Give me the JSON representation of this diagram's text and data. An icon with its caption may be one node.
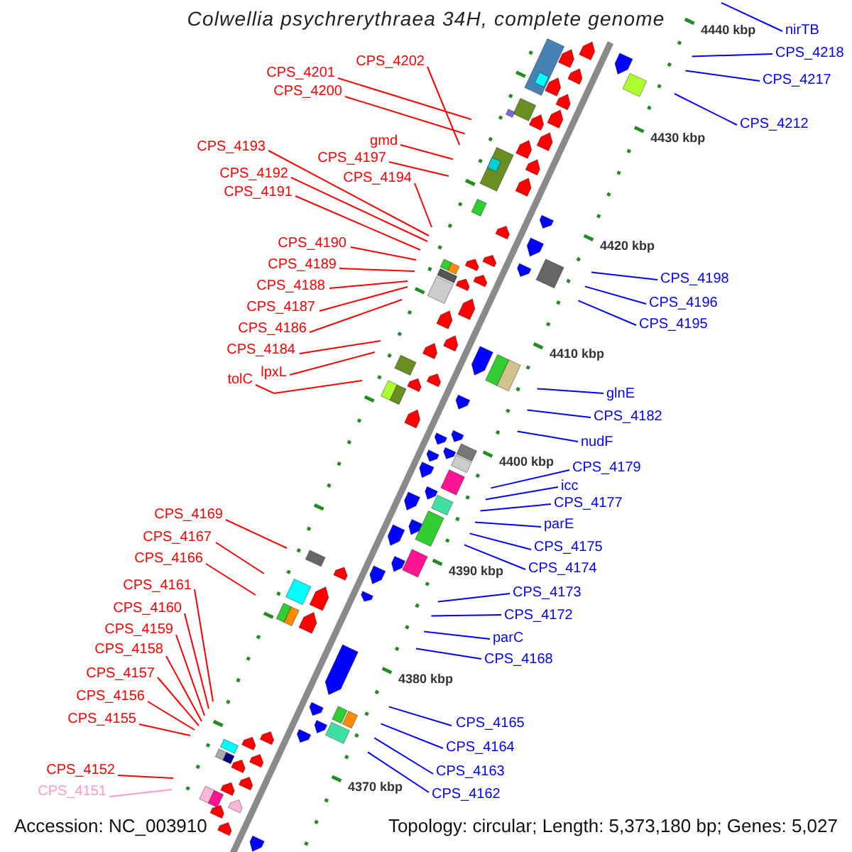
{
  "diagram": {
    "title": "Colwellia psychrerythraea 34H, complete genome",
    "nodes": [
      {
        "text": [
          "CPS_4201"
        ]
      },
      {
        "text": [
          "CPS_4200"
        ]
      },
      {
        "text": [
          "CPS_4202"
        ]
      },
      {
        "text": [
          "gmd"
        ]
      },
      {
        "text": [
          "CPS_4193"
        ]
      },
      {
        "text": [
          "CPS_4197"
        ]
      },
      {
        "text": [
          "CPS_4192"
        ]
      },
      {
        "text": [
          "CPS_4194"
        ]
      },
      {
        "text": [
          "CPS_4191"
        ]
      },
      {
        "text": [
          "CPS_4190"
        ]
      },
      {
        "text": [
          "CPS_4189"
        ]
      },
      {
        "text": [
          "CPS_4188"
        ]
      },
      {
        "text": [
          "CPS_4187"
        ]
      },
      {
        "text": [
          "CPS_4186"
        ]
      },
      {
        "text": [
          "CPS_4184"
        ]
      },
      {
        "text": [
          "lpxL"
        ]
      },
      {
        "text": [
          "tolC"
        ]
      },
      {
        "text": [
          "CPS_4169"
        ]
      },
      {
        "text": [
          "CPS_4167"
        ]
      },
      {
        "text": [
          "CPS_4166"
        ]
      },
      {
        "text": [
          "CPS_4161"
        ]
      },
      {
        "text": [
          "CPS_4160"
        ]
      },
      {
        "text": [
          "CPS_4159"
        ]
      },
      {
        "text": [
          "CPS_4158"
        ]
      },
      {
        "text": [
          "CPS_4157"
        ]
      },
      {
        "text": [
          "CPS_4156"
        ]
      },
      {
        "text": [
          "CPS_4155"
        ]
      },
      {
        "text": [
          "CPS_4152"
        ]
      },
      {
        "text": [
          "CPS_4151"
        ]
      },
      {
        "text": [
          "nirTB"
        ]
      },
      {
        "text": [
          "CPS_4218"
        ]
      },
      {
        "text": [
          "CPS_4217"
        ]
      },
      {
        "text": [
          "CPS_4212"
        ]
      },
      {
        "text": [
          "CPS_4198"
        ]
      },
      {
        "text": [
          "CPS_4196"
        ]
      },
      {
        "text": [
          "CPS_4195"
        ]
      },
      {
        "text": [
          "glnE"
        ]
      },
      {
        "text": [
          "CPS_4182"
        ]
      },
      {
        "text": [
          "nudF"
        ]
      },
      {
        "text": [
          "CPS_4179"
        ]
      },
      {
        "text": [
          "icc"
        ]
      },
      {
        "text": [
          "CPS_4177"
        ]
      },
      {
        "text": [
          "parE"
        ]
      },
      {
        "text": [
          "CPS_4175"
        ]
      },
      {
        "text": [
          "CPS_4174"
        ]
      },
      {
        "text": [
          "CPS_4173"
        ]
      },
      {
        "text": [
          "CPS_4172"
        ]
      },
      {
        "text": [
          "parC"
        ]
      },
      {
        "text": [
          "CPS_4168"
        ]
      },
      {
        "text": [
          "CPS_4165"
        ]
      },
      {
        "text": [
          "CPS_4164"
        ]
      },
      {
        "text": [
          "CPS_4163"
        ]
      },
      {
        "text": [
          "CPS_4162"
        ]
      }
    ],
    "edges": [
      {
        "from": 0,
        "to": null,
        "arrow": "none"
      },
      {
        "from": 1,
        "to": null,
        "arrow": "none"
      },
      {
        "from": 2,
        "to": null,
        "arrow": "none"
      },
      {
        "from": 3,
        "to": null,
        "arrow": "none"
      },
      {
        "from": 4,
        "to": null,
        "arrow": "none"
      },
      {
        "from": 5,
        "to": null,
        "arrow": "none"
      },
      {
        "from": 6,
        "to": null,
        "arrow": "none"
      },
      {
        "from": 7,
        "to": null,
        "arrow": "none"
      },
      {
        "from": 8,
        "to": null,
        "arrow": "none"
      },
      {
        "from": 9,
        "to": null,
        "arrow": "none"
      },
      {
        "from": 10,
        "to": null,
        "arrow": "none"
      },
      {
        "from": 11,
        "to": null,
        "arrow": "none"
      },
      {
        "from": 12,
        "to": null,
        "arrow": "none"
      },
      {
        "from": 13,
        "to": null,
        "arrow": "none"
      },
      {
        "from": 14,
        "to": null,
        "arrow": "none"
      },
      {
        "from": 15,
        "to": null,
        "arrow": "none"
      },
      {
        "from": 16,
        "to": null,
        "arrow": "none"
      },
      {
        "from": 17,
        "to": null,
        "arrow": "none"
      },
      {
        "from": 18,
        "to": null,
        "arrow": "none"
      },
      {
        "from": 19,
        "to": null,
        "arrow": "none"
      },
      {
        "from": 20,
        "to": null,
        "arrow": "none"
      },
      {
        "from": 21,
        "to": null,
        "arrow": "none"
      },
      {
        "from": 22,
        "to": null,
        "arrow": "none"
      },
      {
        "from": 23,
        "to": null,
        "arrow": "none"
      },
      {
        "from": 24,
        "to": null,
        "arrow": "none"
      },
      {
        "from": 25,
        "to": null,
        "arrow": "none"
      },
      {
        "from": 26,
        "to": null,
        "arrow": "none"
      },
      {
        "from": 27,
        "to": null,
        "arrow": "none"
      },
      {
        "from": 28,
        "to": null,
        "arrow": "none",
        "color": "#ff99cc"
      },
      {
        "from": 29,
        "to": null,
        "arrow": "none",
        "color": "#0000ff"
      },
      {
        "from": 30,
        "to": null,
        "arrow": "none",
        "color": "#0000ff"
      },
      {
        "from": 31,
        "to": null,
        "arrow": "none",
        "color": "#0000ff"
      },
      {
        "from": 32,
        "to": null,
        "arrow": "none",
        "color": "#0000ff"
      },
      {
        "from": 33,
        "to": null,
        "arrow": "none",
        "color": "#0000ff"
      },
      {
        "from": 34,
        "to": null,
        "arrow": "none",
        "color": "#0000ff"
      },
      {
        "from": 35,
        "to": null,
        "arrow": "none",
        "color": "#0000ff"
      },
      {
        "from": 36,
        "to": null,
        "arrow": "none",
        "color": "#0000ff"
      },
      {
        "from": 37,
        "to": null,
        "arrow": "none",
        "color": "#0000ff"
      },
      {
        "from": 38,
        "to": null,
        "arrow": "none",
        "color": "#0000ff"
      },
      {
        "from": 39,
        "to": null,
        "arrow": "none",
        "color": "#0000ff"
      },
      {
        "from": 40,
        "to": null,
        "arrow": "none",
        "color": "#0000ff"
      },
      {
        "from": 41,
        "to": null,
        "arrow": "none",
        "color": "#0000ff"
      },
      {
        "from": 42,
        "to": null,
        "arrow": "none",
        "color": "#0000ff"
      },
      {
        "from": 43,
        "to": null,
        "arrow": "none",
        "color": "#0000ff"
      },
      {
        "from": 44,
        "to": null,
        "arrow": "none",
        "color": "#0000ff"
      },
      {
        "from": 45,
        "to": null,
        "arrow": "none",
        "color": "#0000ff"
      },
      {
        "from": 46,
        "to": null,
        "arrow": "none",
        "color": "#0000ff"
      },
      {
        "from": 47,
        "to": null,
        "arrow": "none",
        "color": "#0000ff"
      },
      {
        "from": 48,
        "to": null,
        "arrow": "none",
        "color": "#0000ff"
      },
      {
        "from": 49,
        "to": null,
        "arrow": "none",
        "color": "#0000ff"
      },
      {
        "from": 50,
        "to": null,
        "arrow": "none",
        "color": "#0000ff"
      },
      {
        "from": 51,
        "to": null,
        "arrow": "none",
        "color": "#0000ff"
      },
      {
        "from": 52,
        "to": null,
        "arrow": "none",
        "color": "#0000ff"
      }
    ],
    "labels": [
      "4440 kbp",
      "4430 kbp",
      "4420 kbp",
      "4410 kbp",
      "4400 kbp",
      "4390 kbp",
      "4380 kbp",
      "4370 kbp",
      "Accession: NC_003910",
      "Topology: circular; Length: 5,373,180 bp; Genes: 5,027"
    ]
  }
}
